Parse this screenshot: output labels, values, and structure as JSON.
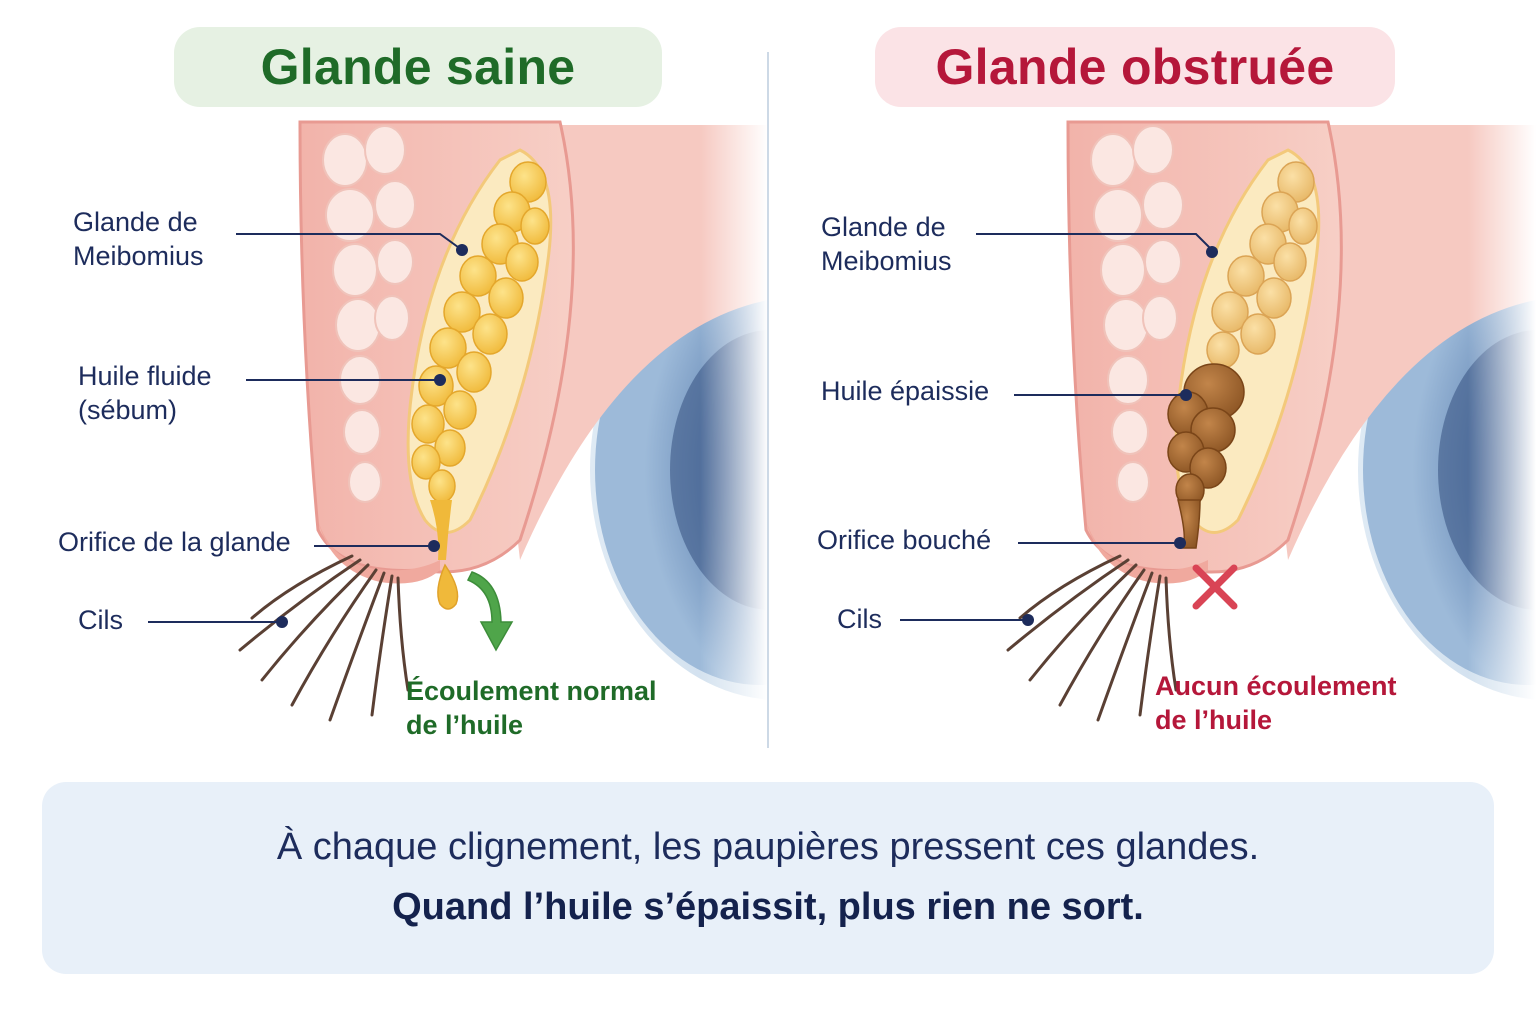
{
  "colors": {
    "healthy_accent": "#1f6b28",
    "healthy_bg": "#e6f1e3",
    "blocked_accent": "#b5173a",
    "blocked_bg": "#fbe3e6",
    "arrow_green": "#4fa54a",
    "cross_red": "#d94455",
    "text_navy": "#1d2c5c",
    "caption_bg": "#e8f0f9"
  },
  "healthy": {
    "title": "Glande saine",
    "label_gland": "Glande de\nMeibomius",
    "label_oil": "Huile fluide\n(sébum)",
    "label_orifice": "Orifice de la glande",
    "label_lashes": "Cils",
    "flow_text": "Écoulement normal\nde l’huile",
    "flow_icon": "down-arrow-icon"
  },
  "blocked": {
    "title": "Glande obstruée",
    "label_gland": "Glande de\nMeibomius",
    "label_oil": "Huile épaissie",
    "label_orifice": "Orifice bouché",
    "label_lashes": "Cils",
    "flow_text": "Aucun écoulement\nde l’huile",
    "flow_icon": "cross-icon"
  },
  "caption": {
    "line1": "À chaque clignement, les paupières pressent ces glandes.",
    "line2": "Quand l’huile s’épaissit, plus rien ne sort."
  }
}
